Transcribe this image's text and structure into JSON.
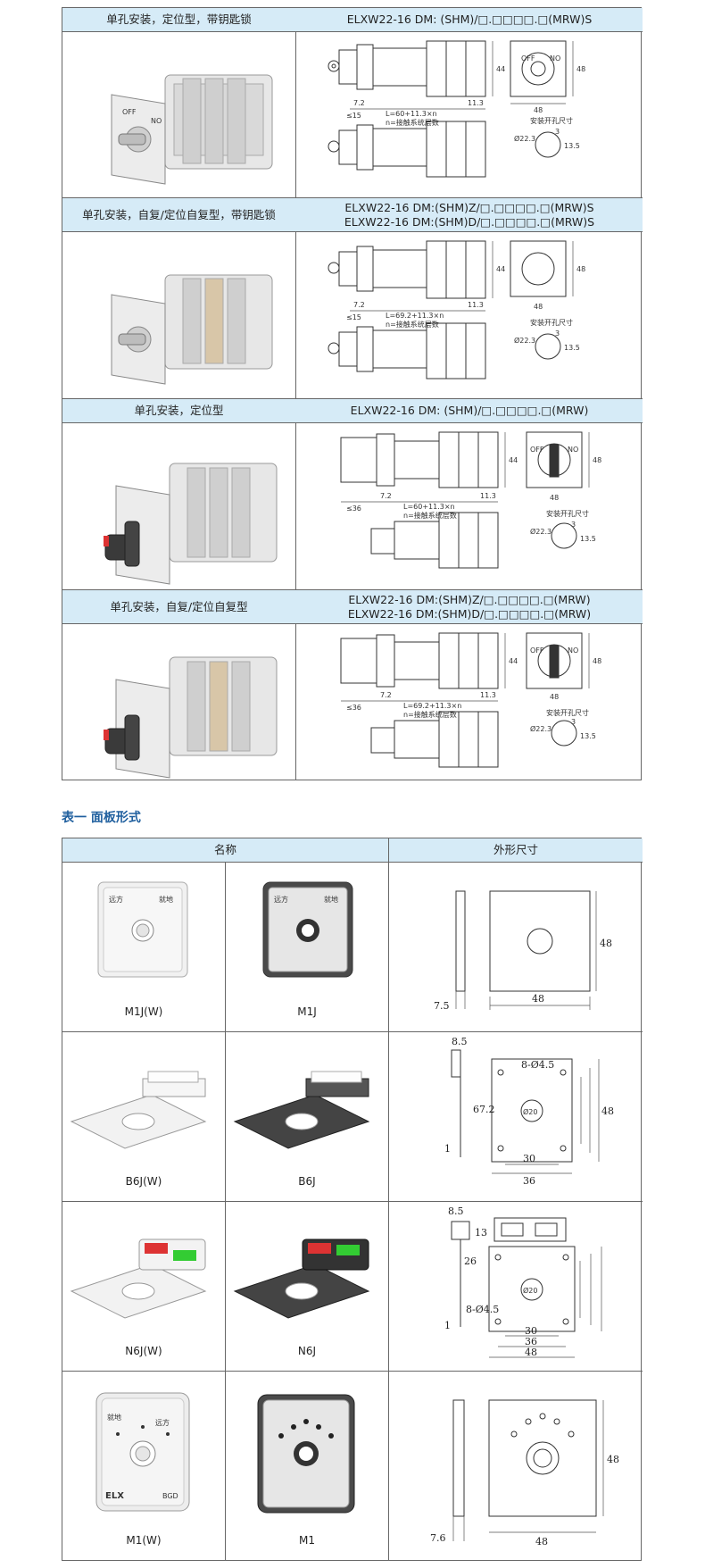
{
  "top_table": {
    "rows": [
      {
        "title": "单孔安装，定位型，带钥匙锁",
        "model": "ELXW22-16 DM: (SHM)/□.□□□□.□(MRW)S",
        "model2": ""
      },
      {
        "title": "单孔安装，自复/定位自复型，带钥匙锁",
        "model": "ELXW22-16 DM:(SHM)Z/□.□□□□.□(MRW)S",
        "model2": "ELXW22-16 DM:(SHM)D/□.□□□□.□(MRW)S"
      },
      {
        "title": "单孔安装，定位型",
        "model": "ELXW22-16 DM: (SHM)/□.□□□□.□(MRW)",
        "model2": ""
      },
      {
        "title": "单孔安装，自复/定位自复型",
        "model": "ELXW22-16 DM:(SHM)Z/□.□□□□.□(MRW)",
        "model2": "ELXW22-16 DM:(SHM)D/□.□□□□.□(MRW)"
      }
    ],
    "drawing_labels": {
      "off": "OFF",
      "no": "NO",
      "dim44": "44",
      "dim48": "48",
      "dim7_2": "7.2",
      "dim11_3": "11.3",
      "le15": "≤15",
      "le36": "≤36",
      "formula_a": "L=60+11.3×n",
      "formula_b": "L=69.2+11.3×n",
      "n_note": "n=接触系统层数",
      "hole_title": "安装开孔尺寸",
      "phi22": "Ø22.3",
      "dim3": "3",
      "dim13_5": "13.5"
    }
  },
  "section_title": "表一  面板形式",
  "panel_table": {
    "header_name": "名称",
    "header_size": "外形尺寸",
    "rows": [
      {
        "left": "M1J(W)",
        "right": "M1J",
        "dims": {
          "a": "7.5",
          "b": "48",
          "c": "48"
        }
      },
      {
        "left": "B6J(W)",
        "right": "B6J",
        "dims": {
          "a": "8.5",
          "b": "8-Ø4.5",
          "c": "67.2",
          "d": "30",
          "e": "36",
          "f": "48",
          "g": "Ø20",
          "h": "1"
        }
      },
      {
        "left": "N6J(W)",
        "right": "N6J",
        "dims": {
          "a": "8.5",
          "b": "13",
          "c": "26",
          "d": "8-Ø4.5",
          "e": "30",
          "f": "36",
          "g": "48",
          "h": "Ø20",
          "i": "1"
        }
      },
      {
        "left": "M1(W)",
        "right": "M1",
        "dims": {
          "a": "7.6",
          "b": "48",
          "c": "48"
        }
      }
    ],
    "panel_text": {
      "remote": "远方",
      "local": "就地",
      "brand": "ELX",
      "code": "BGD"
    }
  }
}
